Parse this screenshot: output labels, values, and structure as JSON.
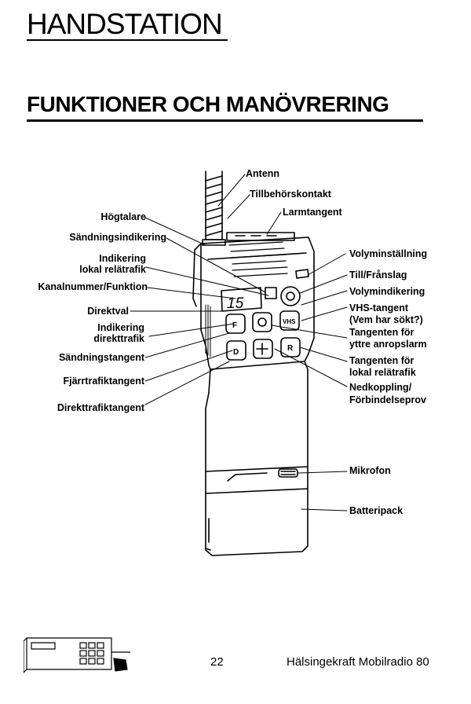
{
  "header": {
    "title": "HANDSTATION",
    "section_title": "FUNKTIONER OCH MANÖVRERING"
  },
  "device": {
    "display_text": "15",
    "keys": {
      "f": "F",
      "d": "D",
      "vhs": "VHS",
      "r": "R"
    }
  },
  "labels": {
    "antenn": "Antenn",
    "tillbehorskontakt": "Tillbehörskontakt",
    "larmtangent": "Larmtangent",
    "hogtalare": "Högtalare",
    "sandningsindikering": "Sändningsindikering",
    "indikering_lokal_1": "Indikering",
    "indikering_lokal_2": "lokal relätrafik",
    "kanalnummer": "Kanalnummer/Funktion",
    "direktval": "Direktval",
    "indikering_direkt_1": "Indikering",
    "indikering_direkt_2": "direkttrafik",
    "sandningstangent": "Sändningstangent",
    "fjarrtrafiktangent": "Fjärrtrafiktangent",
    "direkttrafiktangent": "Direkttrafiktangent",
    "volyminstallning": "Volyminställning",
    "till_franslag": "Till/Frånslag",
    "volymindikering": "Volymindikering",
    "vhs_tangent_1": "VHS-tangent",
    "vhs_tangent_2": "(Vem har sökt?)",
    "yttre_1": "Tangenten för",
    "yttre_2": "yttre anropslarm",
    "lokal_1": "Tangenten för",
    "lokal_2": "lokal relätrafik",
    "nedkoppling_1": "Nedkoppling/",
    "nedkoppling_2": "Förbindelseprov",
    "mikrofon": "Mikrofon",
    "batteripack": "Batteripack"
  },
  "footer": {
    "page_number": "22",
    "brand": "Hälsingekraft Mobilradio 80"
  }
}
